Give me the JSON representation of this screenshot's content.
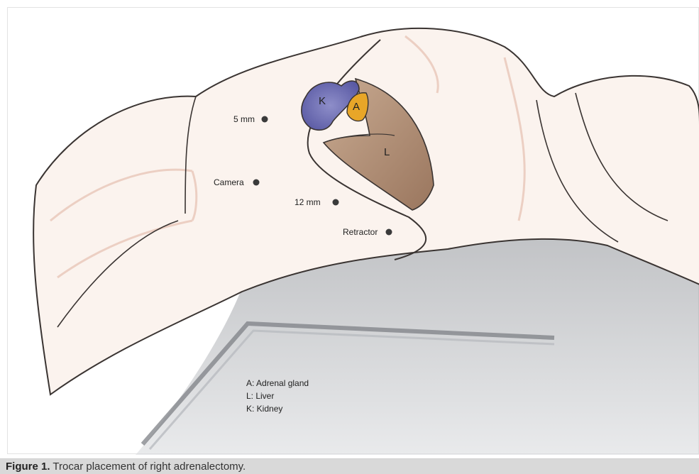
{
  "markers": {
    "five_mm": "5 mm",
    "camera": "Camera",
    "twelve_mm": "12 mm",
    "retractor": "Retractor"
  },
  "organs": {
    "kidney": "K",
    "adrenal": "A",
    "liver": "L"
  },
  "legend": {
    "line1": "A: Adrenal gland",
    "line2": "L: Liver",
    "line3": "K: Kidney"
  },
  "caption": {
    "label": "Figure 1.",
    "text": "Trocar placement of right adrenalectomy."
  },
  "colors": {
    "skin_outline": "#3a3432",
    "skin_shade": "#d9a58f",
    "kidney": "#6b6bb5",
    "adrenal": "#e8a628",
    "liver": "#b3927a",
    "table": "#a9acb0",
    "caption_bg": "#d9d9d9"
  }
}
